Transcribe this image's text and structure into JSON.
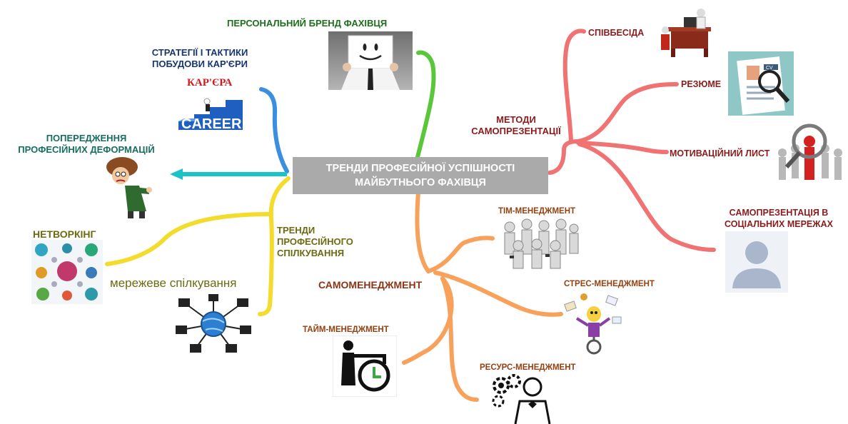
{
  "center_title": [
    "ТРЕНДИ ПРОФЕСІЙНОЇ УСПІШНОСТІ",
    "МАЙБУТНЬОГО ФАХІВЦЯ"
  ],
  "branches": {
    "personal_brand": "ПЕРСОНАЛЬНИЙ БРЕНД ФАХІВЦЯ",
    "career_strategies": [
      "СТРАТЕГІЇ І ТАКТИКИ",
      "ПОБУДОВИ КАР'ЄРИ"
    ],
    "career_word": "КАР'ЄРА",
    "career_sign": "CAREER",
    "prevention": [
      "ПОПЕРЕДЖЕННЯ",
      "ПРОФЕСІЙНИХ ДЕФОРМАЦІЙ"
    ],
    "communication": [
      "ТРЕНДИ",
      "ПРОФЕСІЙНОГО",
      "СПІЛКУВАННЯ"
    ],
    "networking": "НЕТВОРКІНГ",
    "network_communication": "мережеве спілкування",
    "self_presentation_methods": [
      "МЕТОДИ",
      "САМОПРЕЗЕНТАЦІЇ"
    ],
    "interview": "СПІВБЕСІДА",
    "resume": "РЕЗЮМЕ",
    "resume_tag": "CV",
    "motivation_letter": "МОТИВАЦІЙНИЙ ЛИСТ",
    "social_presentation": [
      "САМОПРЕЗЕНТАЦІЯ В",
      "СОЦІАЛЬНИХ МЕРЕЖАХ"
    ],
    "self_management": "САМОМЕНЕДЖМЕНТ",
    "team_management": "ТІМ-МЕНЕДЖМЕНТ",
    "stress_management": "СТРЕС-МЕНЕДЖМЕНТ",
    "time_management": "ТАЙМ-МЕНЕДЖМЕНТ",
    "resource_management": "РЕСУРС-МЕНЕДЖМЕНТ"
  },
  "colors": {
    "green": "#5ac63a",
    "blue": "#3a8fe0",
    "cyan": "#1bc4c4",
    "yellow": "#f3dc2c",
    "orange": "#f7a15a",
    "red": "#f07272",
    "label_green": "#1d6e1d",
    "label_navy": "#16366e",
    "label_teal": "#176e5e",
    "label_olive": "#6b6b12",
    "label_brown": "#8a3515",
    "label_darkred": "#8c1b1b",
    "label_darkorange": "#96400f"
  },
  "icons": [
    "smiley-sign-person-icon",
    "career-stairs-icon",
    "worried-woman-icon",
    "networking-people-icon",
    "computer-network-globe-icon",
    "interview-desk-icon",
    "resume-magnifier-icon",
    "selected-person-magnifier-icon",
    "user-silhouette-icon",
    "team-people-icon",
    "stressed-juggler-icon",
    "clock-businessman-icon",
    "gears-person-icon"
  ]
}
